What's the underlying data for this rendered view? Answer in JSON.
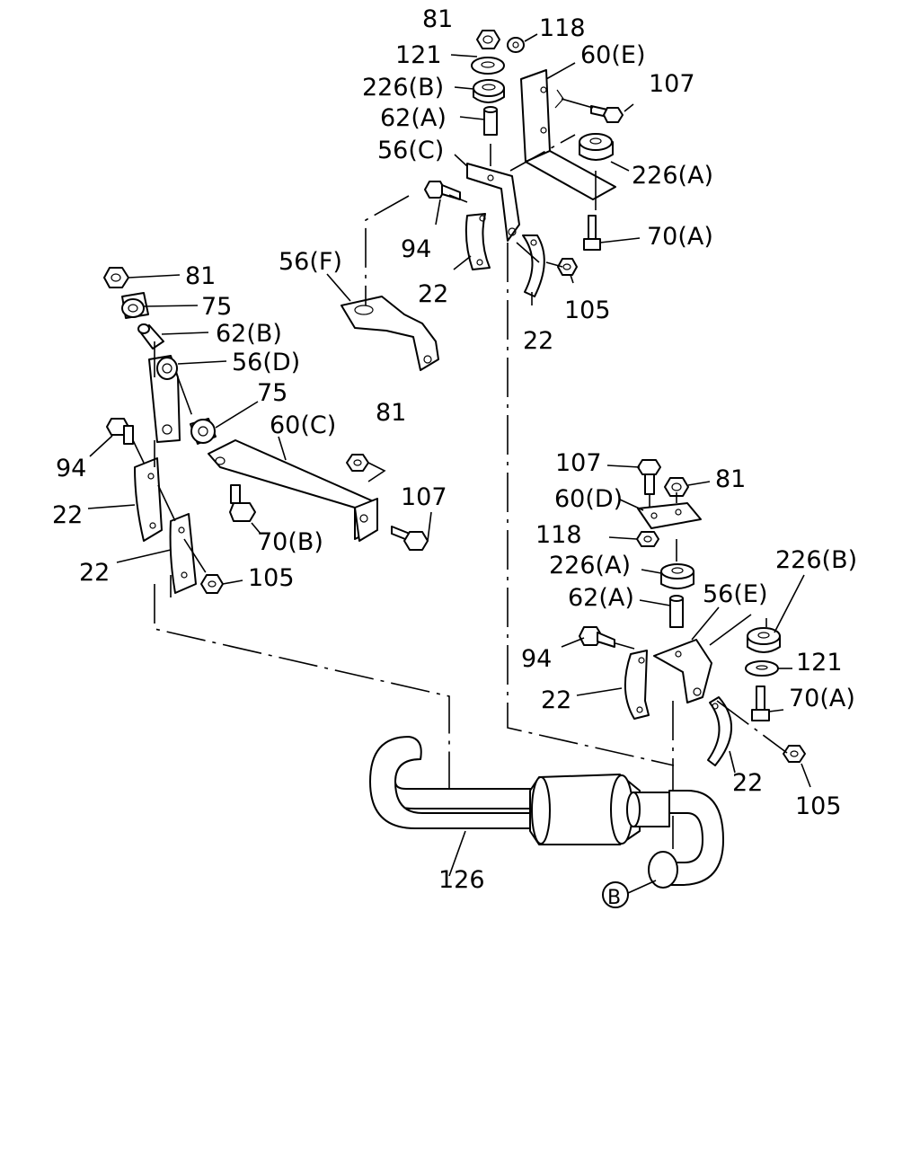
{
  "diagram": {
    "labels": [
      {
        "key": "l81a",
        "text": "81"
      },
      {
        "key": "l118a",
        "text": "118"
      },
      {
        "key": "l121a",
        "text": "121"
      },
      {
        "key": "l60e",
        "text": "60(E)"
      },
      {
        "key": "l226ba",
        "text": "226(B)"
      },
      {
        "key": "l107a",
        "text": "107"
      },
      {
        "key": "l62aa",
        "text": "62(A)"
      },
      {
        "key": "l56c",
        "text": "56(C)"
      },
      {
        "key": "l226aa",
        "text": "226(A)"
      },
      {
        "key": "l94a",
        "text": "94"
      },
      {
        "key": "l70aa",
        "text": "70(A)"
      },
      {
        "key": "l56f",
        "text": "56(F)"
      },
      {
        "key": "l22a",
        "text": "22"
      },
      {
        "key": "l105a",
        "text": "105"
      },
      {
        "key": "l22b",
        "text": "22"
      },
      {
        "key": "l81b",
        "text": "81"
      },
      {
        "key": "l75a",
        "text": "75"
      },
      {
        "key": "l62b",
        "text": "62(B)"
      },
      {
        "key": "l56d",
        "text": "56(D)"
      },
      {
        "key": "l75b",
        "text": "75"
      },
      {
        "key": "l60c",
        "text": "60(C)"
      },
      {
        "key": "l81c",
        "text": "81"
      },
      {
        "key": "l94b",
        "text": "94"
      },
      {
        "key": "l107b",
        "text": "107"
      },
      {
        "key": "l22c",
        "text": "22"
      },
      {
        "key": "l70b",
        "text": "70(B)"
      },
      {
        "key": "l22d",
        "text": "22"
      },
      {
        "key": "l105b",
        "text": "105"
      },
      {
        "key": "l107c",
        "text": "107"
      },
      {
        "key": "l81d",
        "text": "81"
      },
      {
        "key": "l60d",
        "text": "60(D)"
      },
      {
        "key": "l118b",
        "text": "118"
      },
      {
        "key": "l226ab",
        "text": "226(A)"
      },
      {
        "key": "l226bb",
        "text": "226(B)"
      },
      {
        "key": "l62ab",
        "text": "62(A)"
      },
      {
        "key": "l56e",
        "text": "56(E)"
      },
      {
        "key": "l94c",
        "text": "94"
      },
      {
        "key": "l121b",
        "text": "121"
      },
      {
        "key": "l22e",
        "text": "22"
      },
      {
        "key": "l70ab",
        "text": "70(A)"
      },
      {
        "key": "l22f",
        "text": "22"
      },
      {
        "key": "l105c",
        "text": "105"
      },
      {
        "key": "l126",
        "text": "126"
      },
      {
        "key": "lB",
        "text": "B"
      }
    ]
  }
}
